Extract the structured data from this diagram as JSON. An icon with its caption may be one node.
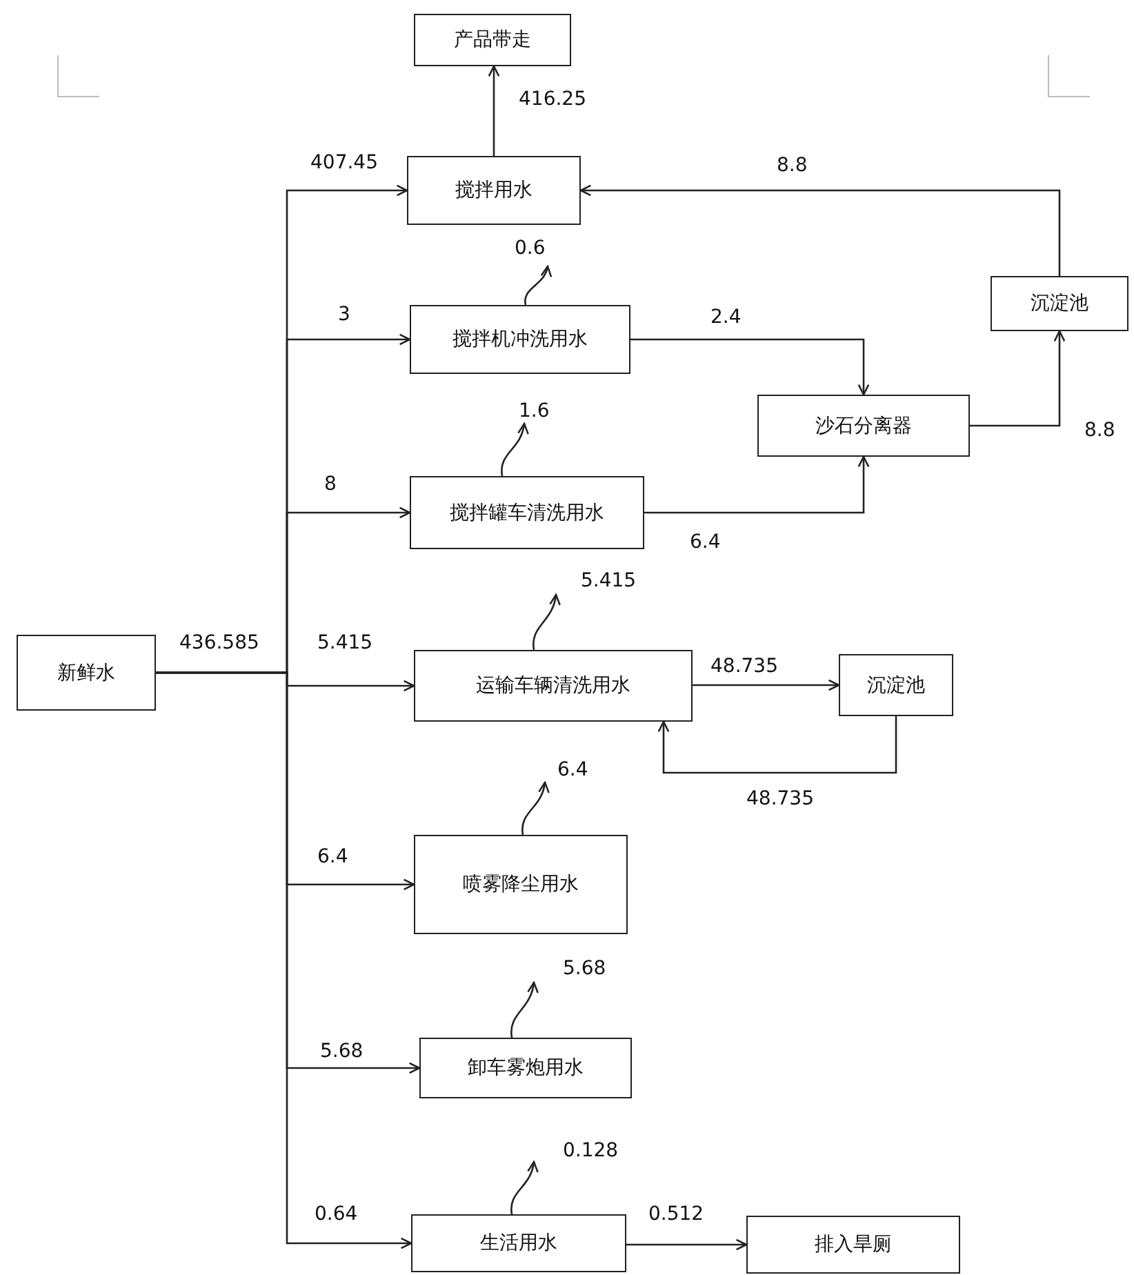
{
  "diagram": {
    "nodes": [
      {
        "text": [
          "产品带走"
        ]
      },
      {
        "text": [
          "搅拌用水"
        ]
      },
      {
        "text": [
          "沉淀池"
        ]
      },
      {
        "text": [
          "搅拌机冲洗用水"
        ]
      },
      {
        "text": [
          "沙石分离器"
        ]
      },
      {
        "text": [
          "搅拌罐车清洗用水"
        ]
      },
      {
        "text": [
          "新鲜水"
        ]
      },
      {
        "text": [
          "运输车辆清洗用水"
        ]
      },
      {
        "text": [
          "沉淀池"
        ]
      },
      {
        "text": [
          "喷雾降尘用水"
        ]
      },
      {
        "text": [
          "卸车雾炮用水"
        ]
      },
      {
        "text": [
          "生活用水"
        ]
      },
      {
        "text": [
          "排入旱厕"
        ]
      }
    ],
    "edges": [
      {
        "from": 6,
        "to": 1,
        "arrow": "to",
        "label": "407.45"
      },
      {
        "from": 6,
        "to": 3,
        "arrow": "to",
        "label": "3"
      },
      {
        "from": 6,
        "to": 5,
        "arrow": "to",
        "label": "8"
      },
      {
        "from": 6,
        "to": 7,
        "arrow": "to",
        "label": "5.415"
      },
      {
        "from": 6,
        "to": 9,
        "arrow": "to",
        "label": "6.4"
      },
      {
        "from": 6,
        "to": 10,
        "arrow": "to",
        "label": "5.68"
      },
      {
        "from": 6,
        "to": 11,
        "arrow": "to",
        "label": "0.64"
      },
      {
        "from": 1,
        "to": 0,
        "arrow": "to",
        "label": "416.25"
      },
      {
        "from": 2,
        "to": 1,
        "arrow": "to",
        "label": "8.8"
      },
      {
        "from": 3,
        "to": null,
        "arrow": "to",
        "label": "0.6"
      },
      {
        "from": 3,
        "to": 4,
        "arrow": "to",
        "label": "2.4"
      },
      {
        "from": 4,
        "to": 2,
        "arrow": "to",
        "label": "8.8"
      },
      {
        "from": 5,
        "to": null,
        "arrow": "to",
        "label": "1.6"
      },
      {
        "from": 5,
        "to": 4,
        "arrow": "to",
        "label": "6.4"
      },
      {
        "from": 7,
        "to": null,
        "arrow": "to",
        "label": "5.415"
      },
      {
        "from": 7,
        "to": 8,
        "arrow": "to",
        "label": "48.735"
      },
      {
        "from": 8,
        "to": 7,
        "arrow": "to",
        "label": "48.735"
      },
      {
        "from": 9,
        "to": null,
        "arrow": "to",
        "label": "6.4"
      },
      {
        "from": 10,
        "to": null,
        "arrow": "to",
        "label": "5.68"
      },
      {
        "from": 11,
        "to": null,
        "arrow": "to",
        "label": "0.128"
      },
      {
        "from": 11,
        "to": 12,
        "arrow": "to",
        "label": "0.512"
      }
    ],
    "labels": [
      "436.585"
    ]
  }
}
